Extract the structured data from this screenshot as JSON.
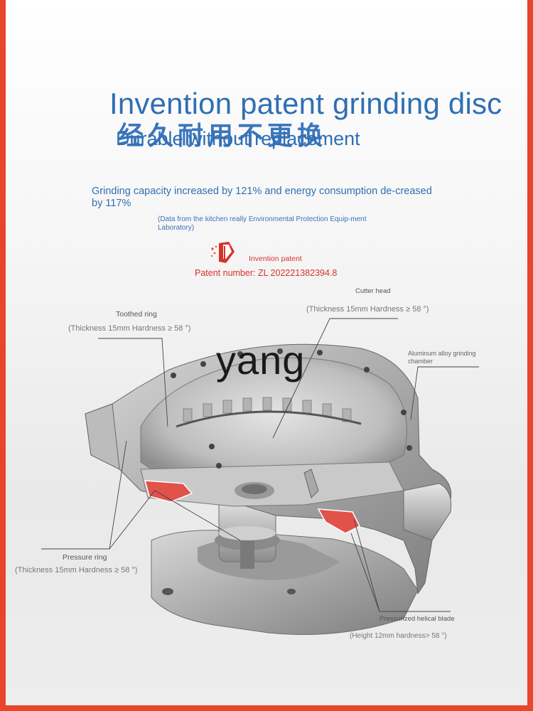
{
  "title": "Invention patent grinding disc",
  "subtitle": "Durable without replacement",
  "ghost_text": "经久耐用不更换",
  "claim": "Grinding capacity increased by 121% and energy consumption de-creased by 117%",
  "source_note": "(Data from the kitchen really Environmental Protection Equip-ment Laboratory)",
  "patent": {
    "label": "Invention patent",
    "number": "Patent number: ZL 202221382394.8",
    "logo_icon": "patent-flag-icon"
  },
  "watermark": "yang",
  "callouts": {
    "toothed_ring": {
      "name": "Toothed ring",
      "spec": "(Thickness 15mm Hardness ≥ 58 °)"
    },
    "cutter_head": {
      "name": "Cutter head",
      "spec": "(Thickness 15mm Hardness ≥ 58 °)"
    },
    "chamber": {
      "name": "Aluminum alloy grinding chamber"
    },
    "pressure_ring": {
      "name": "Pressure ring",
      "spec": "(Thickness 15mm Hardness ≥ 58 °)"
    },
    "helical_blade": {
      "name": "Pressurized helical blade",
      "spec": "(Height 12mm hardness> 58 °)"
    }
  },
  "colors": {
    "frame": "#e8452b",
    "title_blue": "#2f6fb3",
    "patent_red": "#d7322a",
    "blade_red": "#e0524a"
  }
}
